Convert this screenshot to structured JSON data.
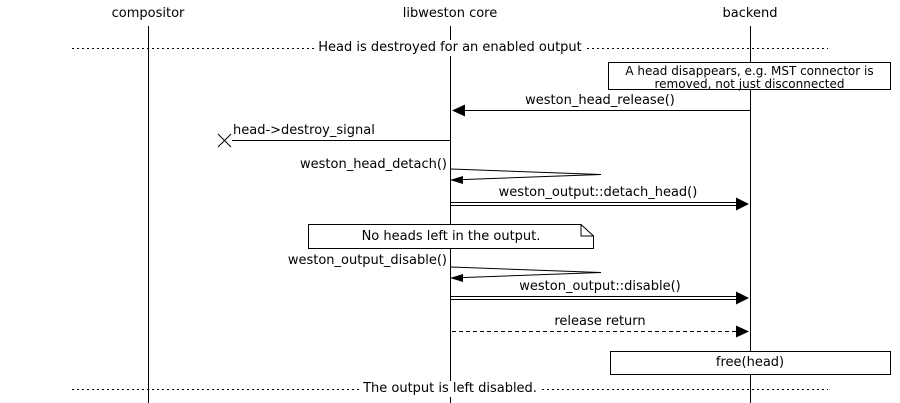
{
  "lifelines": [
    {
      "label": "compositor"
    },
    {
      "label": "libweston core"
    },
    {
      "label": "backend"
    }
  ],
  "dividers": {
    "top": "Head is destroyed for an enabled output",
    "bottom": "The output is left disabled."
  },
  "notes": {
    "head_disappears": {
      "line1": "A head disappears, e.g. MST connector is",
      "line2": "removed, not just disconnected"
    },
    "no_heads": "No heads left in the output."
  },
  "messages": {
    "head_release": "weston_head_release()",
    "destroy_signal": "head->destroy_signal",
    "head_detach": "weston_head_detach()",
    "detach_head": "weston_output::detach_head()",
    "output_disable_fn": "weston_output_disable()",
    "output_disable": "weston_output::disable()",
    "release_return": "release return",
    "free_head": "free(head)"
  },
  "colors": {
    "line": "#000000",
    "background": "#ffffff"
  }
}
